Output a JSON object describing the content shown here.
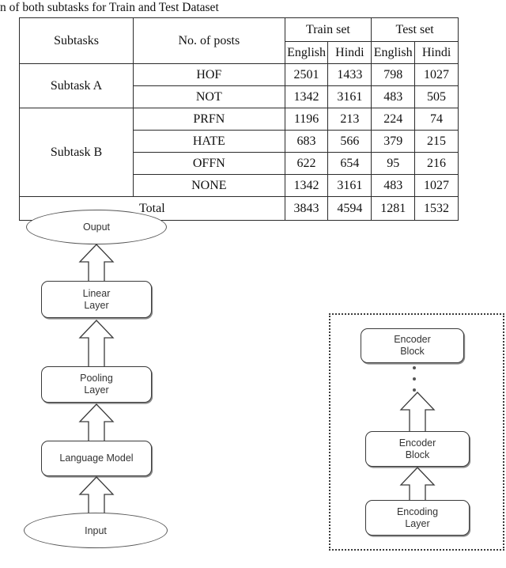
{
  "caption": {
    "text": "n of both subtasks for Train and Test Dataset"
  },
  "table": {
    "name": "subtask-distribution-table",
    "headers": {
      "subtasks": "Subtasks",
      "no_of_posts": "No. of posts",
      "train_set": "Train set",
      "test_set": "Test set",
      "train_english": "English",
      "train_hindi": "Hindi",
      "test_english": "English",
      "test_hindi": "Hindi"
    },
    "groups": [
      {
        "label": "Subtask A",
        "rowspan": 2
      },
      {
        "label": "Subtask B",
        "rowspan": 4
      }
    ],
    "rows": [
      {
        "group": "Subtask A",
        "label": "HOF",
        "train_english": "2501",
        "train_hindi": "1433",
        "test_english": "798",
        "test_hindi": "1027"
      },
      {
        "group": "Subtask A",
        "label": "NOT",
        "train_english": "1342",
        "train_hindi": "3161",
        "test_english": "483",
        "test_hindi": "505"
      },
      {
        "group": "Subtask B",
        "label": "PRFN",
        "train_english": "1196",
        "train_hindi": "213",
        "test_english": "224",
        "test_hindi": "74"
      },
      {
        "group": "Subtask B",
        "label": "HATE",
        "train_english": "683",
        "train_hindi": "566",
        "test_english": "379",
        "test_hindi": "215"
      },
      {
        "group": "Subtask B",
        "label": "OFFN",
        "train_english": "622",
        "train_hindi": "654",
        "test_english": "95",
        "test_hindi": "216"
      },
      {
        "group": "Subtask B",
        "label": "NONE",
        "train_english": "1342",
        "train_hindi": "3161",
        "test_english": "483",
        "test_hindi": "1027"
      }
    ],
    "total": {
      "label": "Total",
      "train_english": "3843",
      "train_hindi": "4594",
      "test_english": "1281",
      "test_hindi": "1532"
    }
  },
  "left_diagram": {
    "name": "model-pipeline-flowchart",
    "nodes": {
      "output": "Ouput",
      "linear_layer_line1": "Linear",
      "linear_layer_line2": "Layer",
      "pooling_layer_line1": "Pooling",
      "pooling_layer_line2": "Layer",
      "language_model": "Language Model",
      "input": "Input"
    }
  },
  "right_diagram": {
    "name": "encoder-stack-diagram",
    "nodes": {
      "encoder_block_top_line1": "Encoder",
      "encoder_block_top_line2": "Block",
      "encoder_block_bottom_line1": "Encoder",
      "encoder_block_bottom_line2": "Block",
      "encoding_layer_line1": "Encoding",
      "encoding_layer_line2": "Layer"
    },
    "ellipsis_dots": 3
  },
  "colors": {
    "ink": "#1a1a1a",
    "box_stroke": "#3a3a3a",
    "table_rule": "#2b2b2b",
    "dotted_border": "#3b3b3b",
    "page_bg": "#ffffff"
  }
}
